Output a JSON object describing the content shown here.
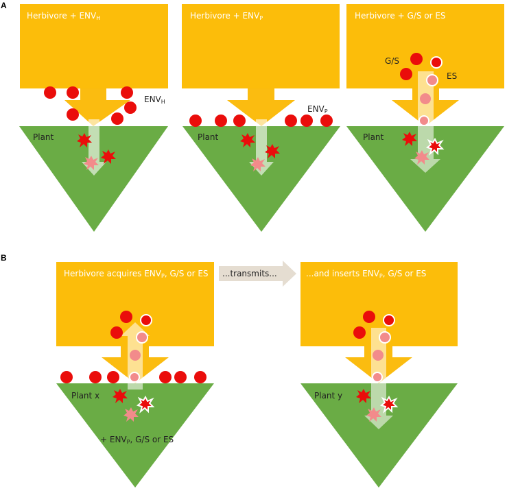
{
  "colors": {
    "herbivore": "#fcbd0a",
    "plant": "#6aac45",
    "arrow": "#fbbc10",
    "particle": "#ea0d0b",
    "particle_faded": "#f28b8b",
    "transfer_arrow": "#e5ddd1"
  },
  "panel_a": {
    "letter": "A",
    "box1": {
      "title_main": "Herbivore + ENV",
      "title_sub": "H",
      "env_main": "ENV",
      "env_sub": "H",
      "plant": "Plant"
    },
    "box2": {
      "title_main": "Herbivore + ENV",
      "title_sub": "P",
      "env_main": "ENV",
      "env_sub": "P",
      "plant": "Plant"
    },
    "box3": {
      "title": "Herbivore + G/S or ES",
      "gs": "G/S",
      "es": "ES",
      "plant": "Plant"
    }
  },
  "panel_b": {
    "letter": "B",
    "left_title_a": "Herbivore acquires ENV",
    "left_title_sub": "P",
    "left_title_b": ", G/S or ES",
    "transmits": "...transmits...",
    "right_title_a": "...and inserts ENV",
    "right_title_sub": "P",
    "right_title_b": ", G/S or ES",
    "plant_x": "Plant x",
    "plant_y": "Plant y",
    "bottom_a": "+ ENV",
    "bottom_sub": "P",
    "bottom_b": ", G/S or ES"
  }
}
